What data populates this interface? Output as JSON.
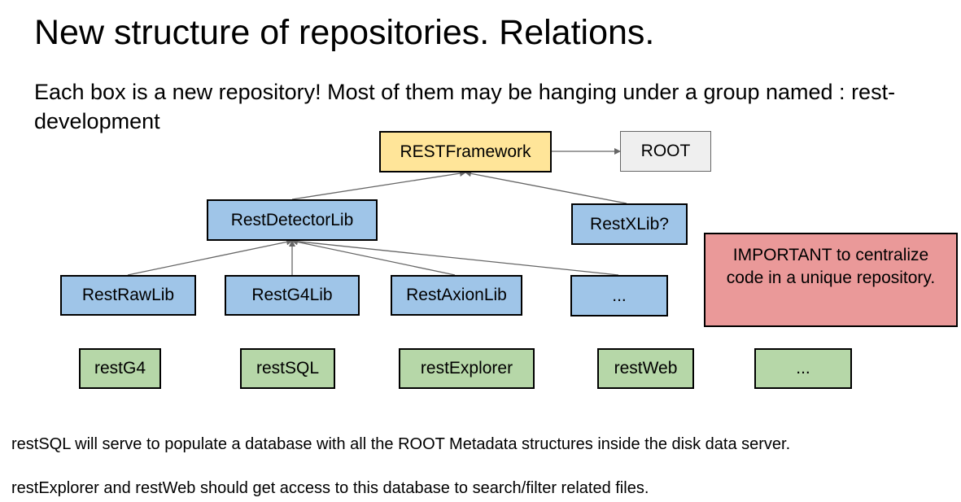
{
  "slide": {
    "title": "New structure of repositories. Relations.",
    "subtitle": "Each box is a new repository! Most of them may be hanging under a group named : rest-development"
  },
  "diagram": {
    "rest_framework": "RESTFramework",
    "root": "ROOT",
    "rest_detector_lib": "RestDetectorLib",
    "rest_xlib": "RestXLib?",
    "rest_raw_lib": "RestRawLib",
    "rest_g4_lib": "RestG4Lib",
    "rest_axion_lib": "RestAxionLib",
    "more_libs": "...",
    "important_note": "IMPORTANT to centralize code in a unique repository.",
    "rest_g4": "restG4",
    "rest_sql": "restSQL",
    "rest_explorer": "restExplorer",
    "rest_web": "restWeb",
    "more_apps": "..."
  },
  "notes": {
    "line1": "restSQL will serve to populate a database with all the ROOT Metadata structures inside the disk data server.",
    "line2": "restExplorer and restWeb should get access to this database to search/filter related files."
  },
  "colors": {
    "framework": "#ffe599",
    "root": "#efefef",
    "library": "#9fc5e8",
    "application": "#b6d7a8",
    "important": "#ea9999",
    "connector": "#666666"
  }
}
